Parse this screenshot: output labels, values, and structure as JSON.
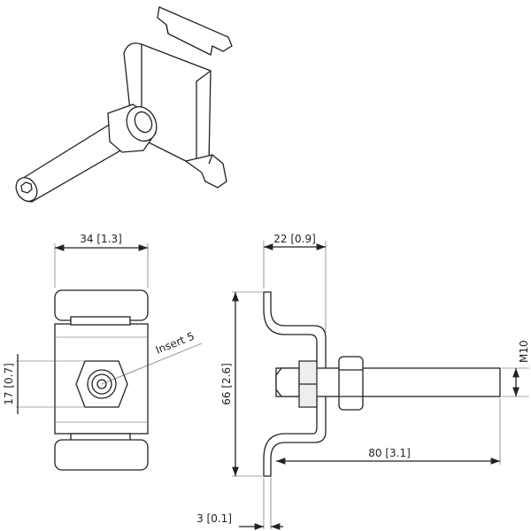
{
  "dimensions": {
    "width_front": {
      "mm": "34",
      "inch": "1.3"
    },
    "hex_size": {
      "mm": "17",
      "inch": "0.7"
    },
    "height": {
      "mm": "66",
      "inch": "2.6"
    },
    "depth": {
      "mm": "22",
      "inch": "0.9"
    },
    "bolt_length": {
      "mm": "80",
      "inch": "3.1"
    },
    "thickness": {
      "mm": "3",
      "inch": "0.1"
    }
  },
  "callouts": {
    "insert": "Insert 5",
    "thread": "M10"
  }
}
